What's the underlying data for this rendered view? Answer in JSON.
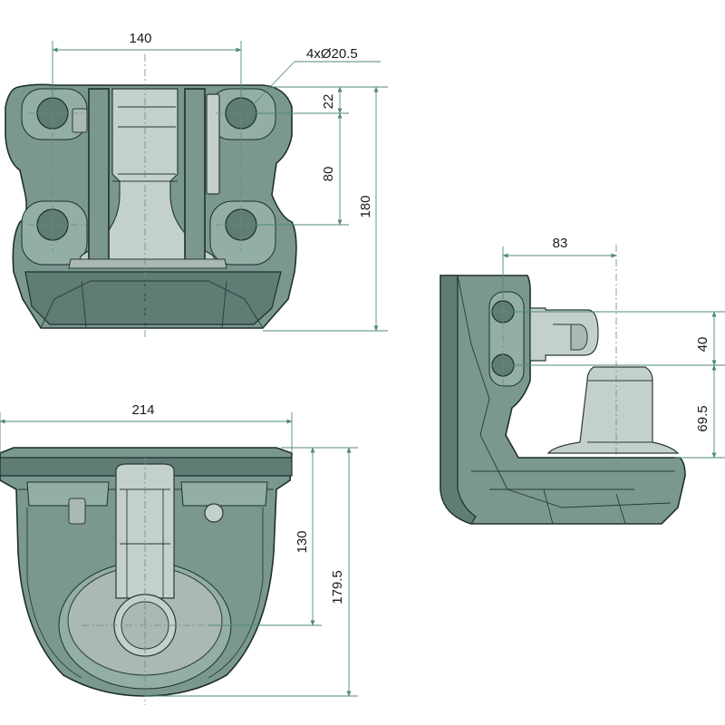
{
  "dimensions": {
    "top_width": "140",
    "hole_spec": "4xØ20.5",
    "top_offset": "22",
    "hole_spacing": "80",
    "top_height": "180",
    "side_horizontal": "83",
    "side_vertical_upper": "40",
    "side_vertical_lower": "69.5",
    "bottom_width": "214",
    "bottom_inner_height": "130",
    "bottom_total_height": "179.5"
  }
}
